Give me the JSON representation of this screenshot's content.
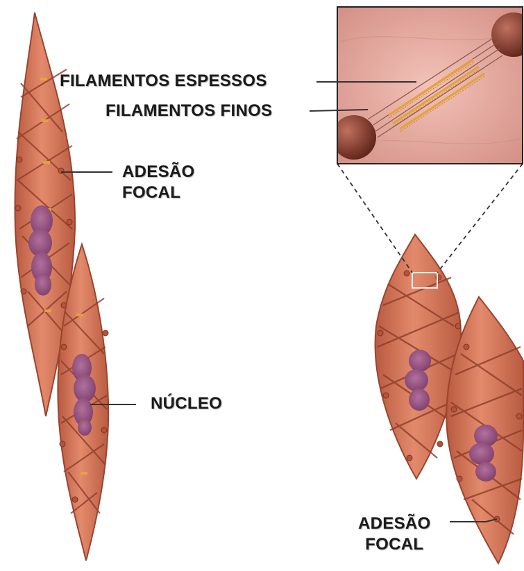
{
  "labels": {
    "thick_filaments": "FILAMENTOS ESPESSOS",
    "thin_filaments": "FILAMENTOS FINOS",
    "focal_adhesion_left": [
      "ADESÃO",
      "FOCAL"
    ],
    "nucleus": "NÚCLEO",
    "focal_adhesion_right": [
      "ADESÃO",
      "FOCAL"
    ]
  },
  "colors": {
    "cell_fill": "#d8795c",
    "cell_edge": "#a84a34",
    "cell_highlight": "#f0a990",
    "nucleus": "#8e4f7f",
    "dense_body": "#b4523c",
    "filament_gold": "#e3a33a",
    "inset_background": "#e8a8a0",
    "leader_line": "#333333"
  }
}
